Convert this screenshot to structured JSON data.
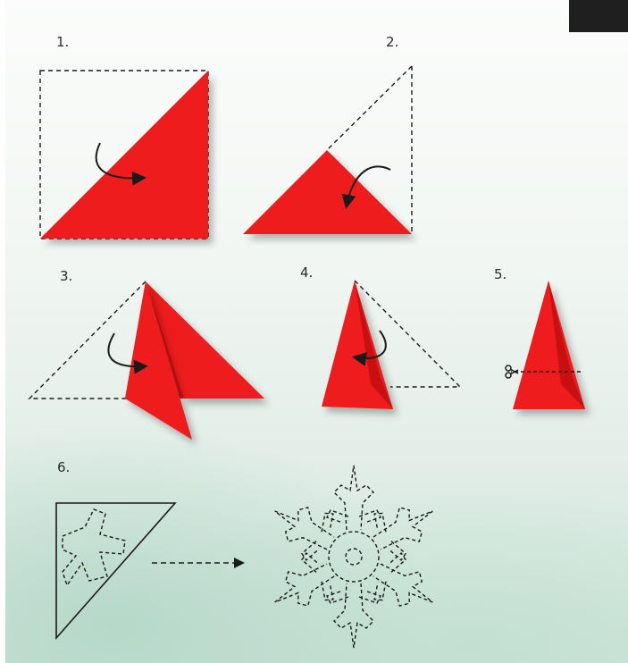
{
  "steps": [
    {
      "label": "1."
    },
    {
      "label": "2."
    },
    {
      "label": "3."
    },
    {
      "label": "4."
    },
    {
      "label": "5."
    },
    {
      "label": "6."
    }
  ],
  "colors": {
    "paper": "#ee1c1c",
    "paper_shade": "#c81010",
    "outline": "#1a1a1a",
    "corner_block": "#1f1f1f"
  },
  "icons": [
    "fold-arrow-icon",
    "scissors-icon",
    "dashed-arrow-icon",
    "snowflake-icon"
  ]
}
